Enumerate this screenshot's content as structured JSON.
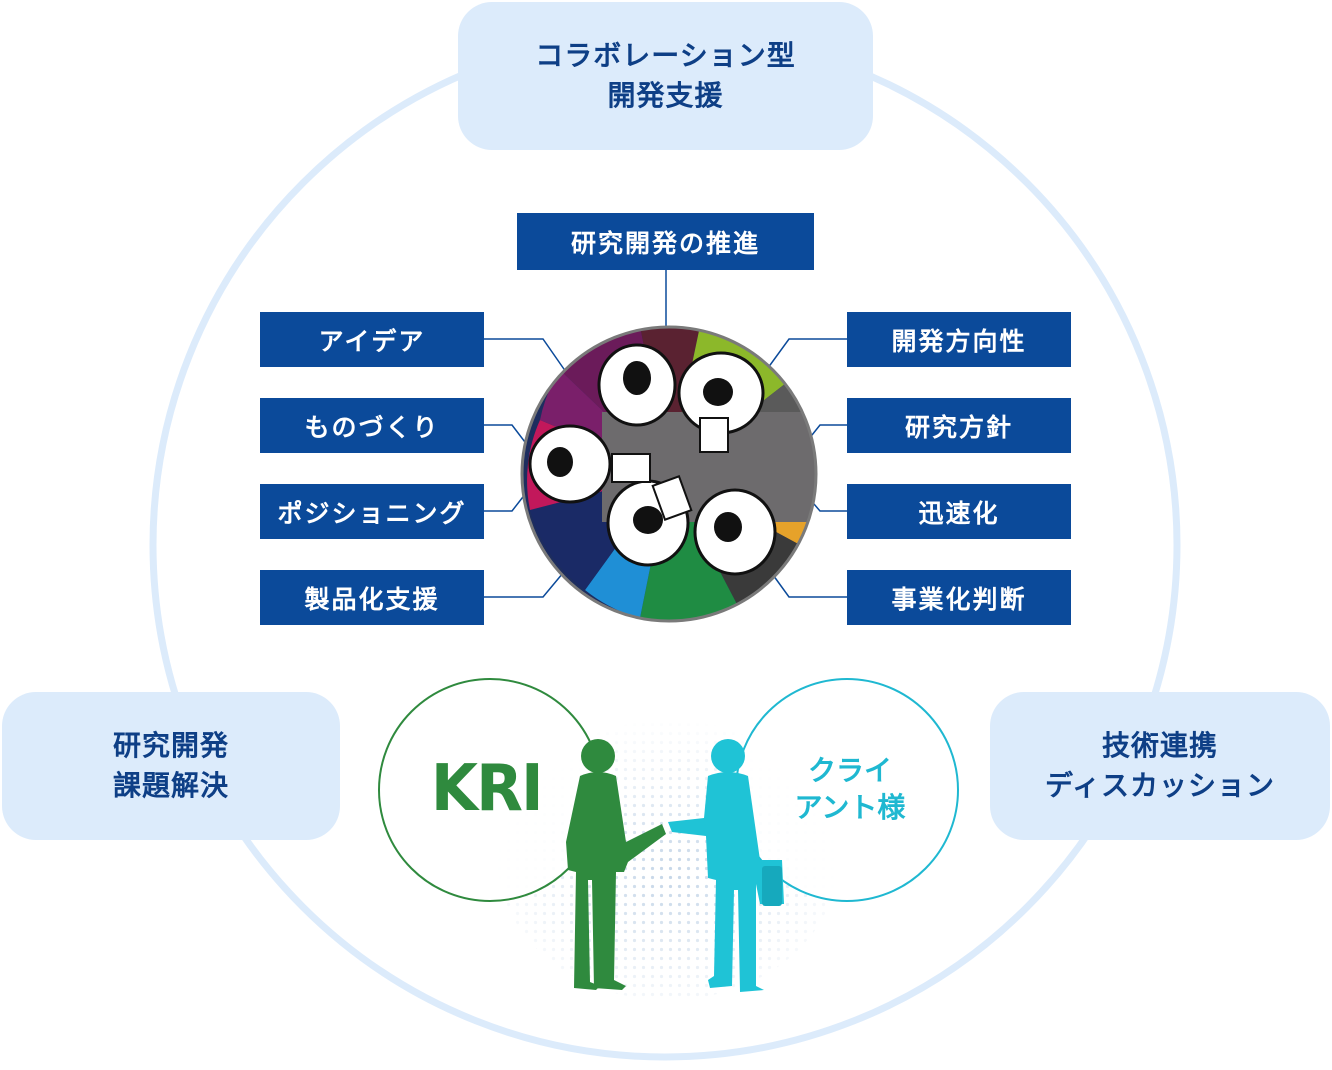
{
  "outer_nodes": {
    "top": {
      "line1": "コラボレーション型",
      "line2": "開発支援"
    },
    "left": {
      "line1": "研究開発",
      "line2": "課題解決"
    },
    "right": {
      "line1": "技術連携",
      "line2": "ディスカッション"
    }
  },
  "center_top_label": "研究開発の推進",
  "left_labels": [
    "アイデア",
    "ものづくり",
    "ポジショニング",
    "製品化支援"
  ],
  "right_labels": [
    "開発方向性",
    "研究方針",
    "迅速化",
    "事業化判断"
  ],
  "partners": {
    "kri_logo": "KRI",
    "client_line1": "クライ",
    "client_line2": "アント様"
  },
  "colors": {
    "outer_ring": "#dcebfb",
    "pill_fill": "#dcebfb",
    "pill_text": "#0e3f86",
    "label_box": "#0b4a9a",
    "kri_green": "#2f8a3e",
    "client_cyan": "#1fb8d1"
  }
}
